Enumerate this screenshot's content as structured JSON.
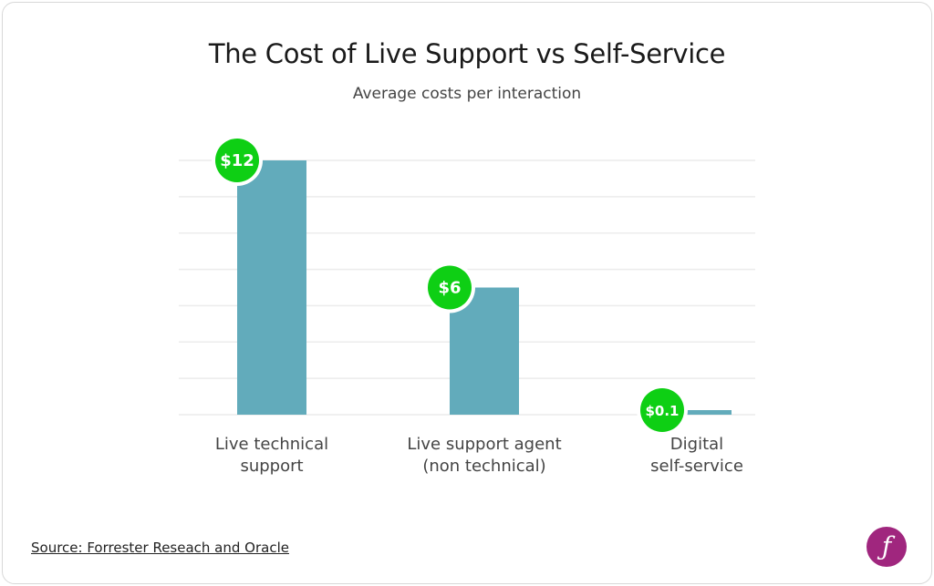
{
  "chart_data": {
    "type": "bar",
    "title": "The Cost of Live Support vs Self-Service",
    "subtitle": "Average costs per interaction",
    "categories": [
      [
        "Live technical",
        "support"
      ],
      [
        "Live support agent",
        "(non technical)"
      ],
      [
        "Digital",
        "self-service"
      ]
    ],
    "values": [
      12,
      6,
      0.1
    ],
    "data_labels": [
      "$12",
      "$6",
      "$0.1"
    ],
    "ylim": [
      0,
      12
    ],
    "grid": true,
    "colors": {
      "bar": "#62abbb",
      "label_badge": "#0ecf14",
      "grid": "#ececec"
    }
  },
  "source": "Source: Forrester Reseach and Oracle",
  "logo": {
    "text": "f",
    "color": "#a0267e"
  }
}
